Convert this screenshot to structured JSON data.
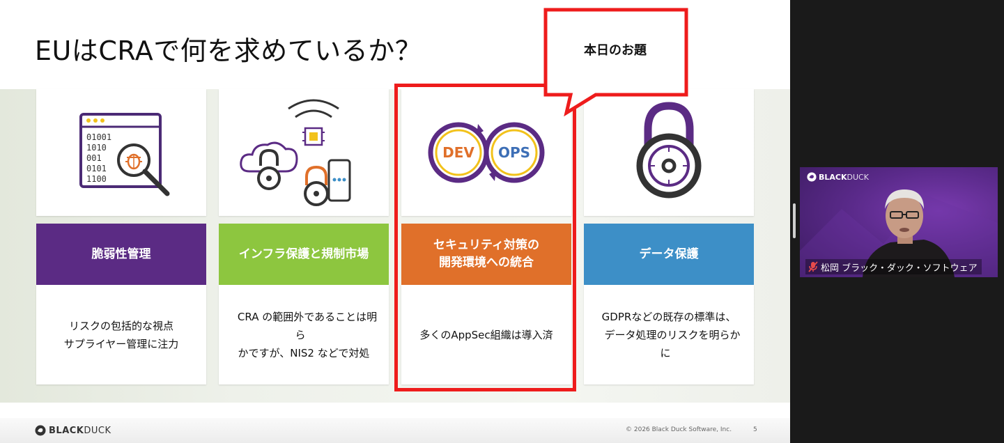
{
  "slide": {
    "title": "EUはCRAで何を求めているか？",
    "callout": "本日のお題",
    "cards": [
      {
        "label": "脆弱性管理",
        "label_color": "#5b2b84",
        "description": [
          "リスクの包括的な視点",
          "サプライヤー管理に注力"
        ]
      },
      {
        "label": "インフラ保護と規制市場",
        "label_color": "#8dc63f",
        "description": [
          "CRA の範囲外であることは明ら",
          "かですが、NIS2 などで対処"
        ]
      },
      {
        "label": [
          "セキュリティ対策の",
          "開発環境への統合"
        ],
        "label_color": "#e0702a",
        "description": [
          "多くのAppSec組織は導入済"
        ],
        "icon_text": {
          "left": "DEV",
          "right": "OPS"
        }
      },
      {
        "label": "データ保護",
        "label_color": "#3d8fc7",
        "description": [
          "GDPRなどの既存の標準は、",
          "データ処理のリスクを明らかに"
        ]
      }
    ],
    "code_lines": [
      "01001",
      "1010",
      "001",
      "0101",
      "1100"
    ],
    "footer": {
      "logo": "BLACK",
      "logo_light": "DUCK",
      "copyright": "© 2026 Black Duck Software, Inc.",
      "page_number": "5"
    }
  },
  "video": {
    "logo": "BLACK",
    "logo_light": "DUCK",
    "participant_name": "松岡 ブラック・ダック・ソフトウェア",
    "mic_muted": true
  },
  "colors": {
    "highlight": "#ee1c1c",
    "purple": "#5b2b84",
    "green": "#8dc63f",
    "orange": "#e0702a",
    "blue": "#3d8fc7",
    "gold": "#f2c21b"
  }
}
